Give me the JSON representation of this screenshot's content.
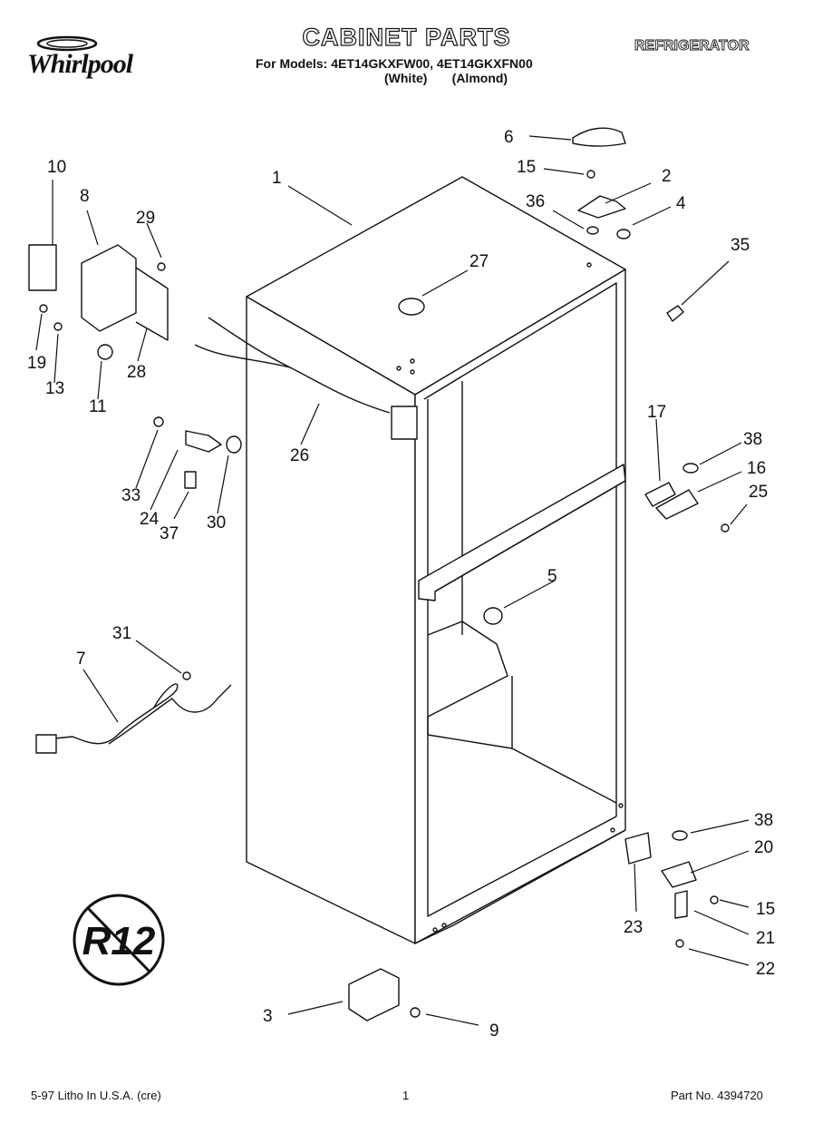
{
  "header": {
    "brand": "Whirlpool",
    "title": "CABINET PARTS",
    "appliance": "REFRIGERATOR",
    "models_line": "For Models: 4ET14GKXFW00, 4ET14GKXFN00",
    "colors_line": "(White)       (Almond)"
  },
  "badge": {
    "text": "R12"
  },
  "callouts": [
    "1",
    "2",
    "3",
    "4",
    "5",
    "6",
    "7",
    "8",
    "9",
    "10",
    "11",
    "13",
    "15",
    "15",
    "16",
    "17",
    "19",
    "20",
    "21",
    "22",
    "23",
    "24",
    "25",
    "26",
    "27",
    "28",
    "29",
    "30",
    "31",
    "33",
    "35",
    "36",
    "37",
    "38",
    "38"
  ],
  "footer": {
    "print_info": "5-97 Litho In U.S.A. (cre)",
    "page_number": "1",
    "part_number": "Part No. 4394720"
  }
}
